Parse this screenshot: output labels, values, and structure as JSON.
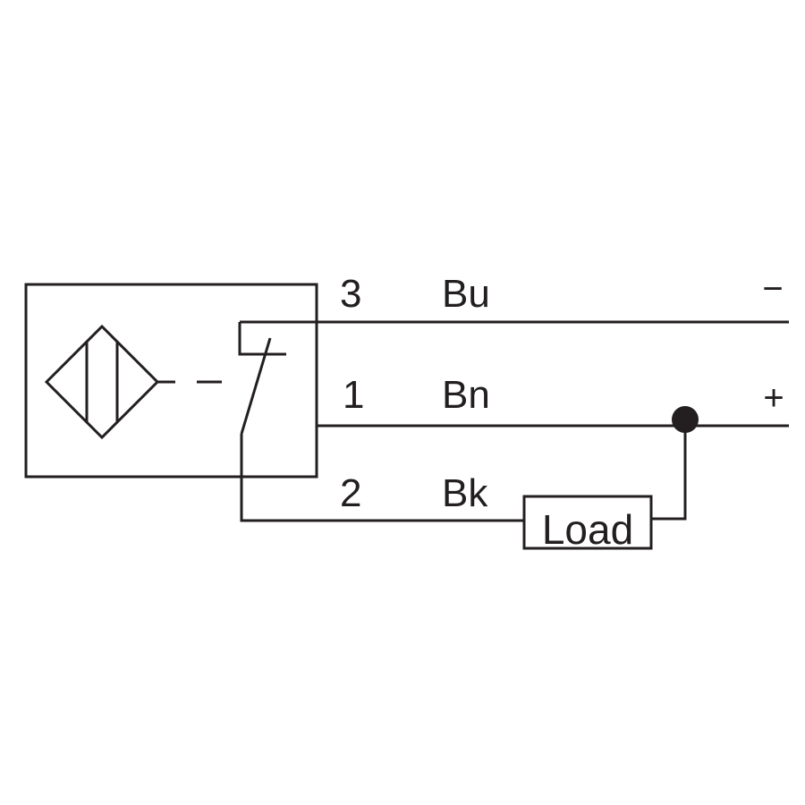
{
  "wires": [
    {
      "pin": "3",
      "color": "Bu",
      "polarity": "−"
    },
    {
      "pin": "1",
      "color": "Bn",
      "polarity": "+"
    },
    {
      "pin": "2",
      "color": "Bk",
      "polarity": ""
    }
  ],
  "load_label": "Load",
  "colors": {
    "ink": "#231f20",
    "background": "#ffffff"
  }
}
